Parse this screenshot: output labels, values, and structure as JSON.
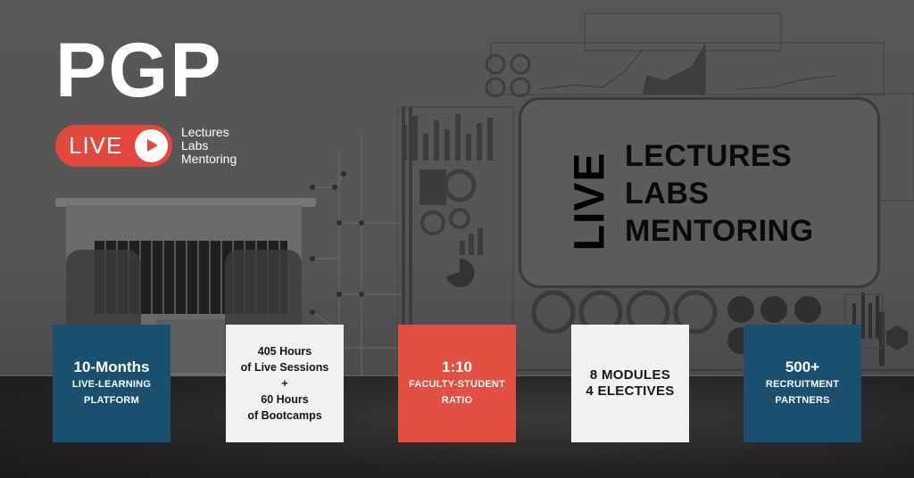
{
  "brand": {
    "title": "PGP",
    "live_badge": "LIVE",
    "play_icon": "play-icon",
    "subtitle_lines": [
      "Lectures",
      "Labs",
      "Mentoring"
    ]
  },
  "screen": {
    "vertical_label": "LIVE",
    "lines": [
      "LECTURES",
      "LABS",
      "MENTORING"
    ]
  },
  "cards": [
    {
      "big": "10-Months",
      "lines": [
        "LIVE-LEARNING",
        "PLATFORM"
      ],
      "color": "#1b4f6e"
    },
    {
      "lines": [
        "405 Hours",
        "of Live Sessions",
        "+",
        "60 Hours",
        "of Bootcamps"
      ],
      "color": "#f1f1f1"
    },
    {
      "big": "1:10",
      "lines": [
        "FACULTY-STUDENT",
        "RATIO"
      ],
      "color": "#e15040"
    },
    {
      "lines": [
        "8 MODULES",
        "4 ELECTIVES"
      ],
      "color": "#f1f1f1"
    },
    {
      "big": "500+",
      "lines": [
        "RECRUITMENT",
        "PARTNERS"
      ],
      "color": "#1b4f6e"
    }
  ],
  "colors": {
    "accent_red": "#e2483d",
    "navy": "#1b4f6e",
    "card_white": "#f1f1f1"
  }
}
